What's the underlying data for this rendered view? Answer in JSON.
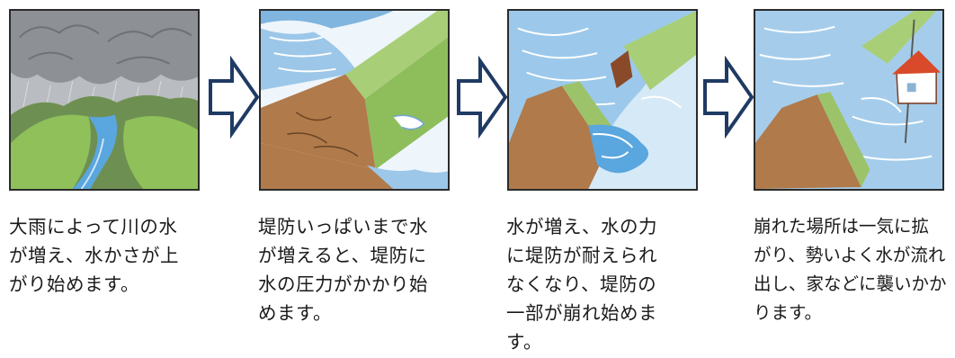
{
  "steps": [
    {
      "illustration": "heavy-rain-river-valley",
      "caption_lines": [
        "大雨によって川の水",
        "が増え、水かさが上",
        "がり始めます。"
      ]
    },
    {
      "illustration": "river-at-embankment-top",
      "caption_lines": [
        "堤防いっぱいまで水",
        "が増えると、堤防に",
        "水の圧力がかかり始",
        "めます。"
      ]
    },
    {
      "illustration": "embankment-starting-to-collapse",
      "caption_lines": [
        "水が増え、水の力",
        "に堤防が耐えられ",
        "なくなり、堤防の",
        "一部が崩れ始めま",
        "す。"
      ]
    },
    {
      "illustration": "flood-spreading-to-house",
      "caption_lines": [
        "崩れた場所は一気に拡",
        "がり、勢いよく水が流れ",
        "出し、家などに襲いかか",
        "ります。"
      ]
    }
  ],
  "arrow_icon": "outline-right-arrow",
  "colors": {
    "arrow_stroke": "#1f3a64",
    "panel_border": "#2b2b2b",
    "water": "#6fb0e0",
    "grass": "#8fb85a",
    "soil": "#b07a4a",
    "sky": "#e9f3fb"
  }
}
